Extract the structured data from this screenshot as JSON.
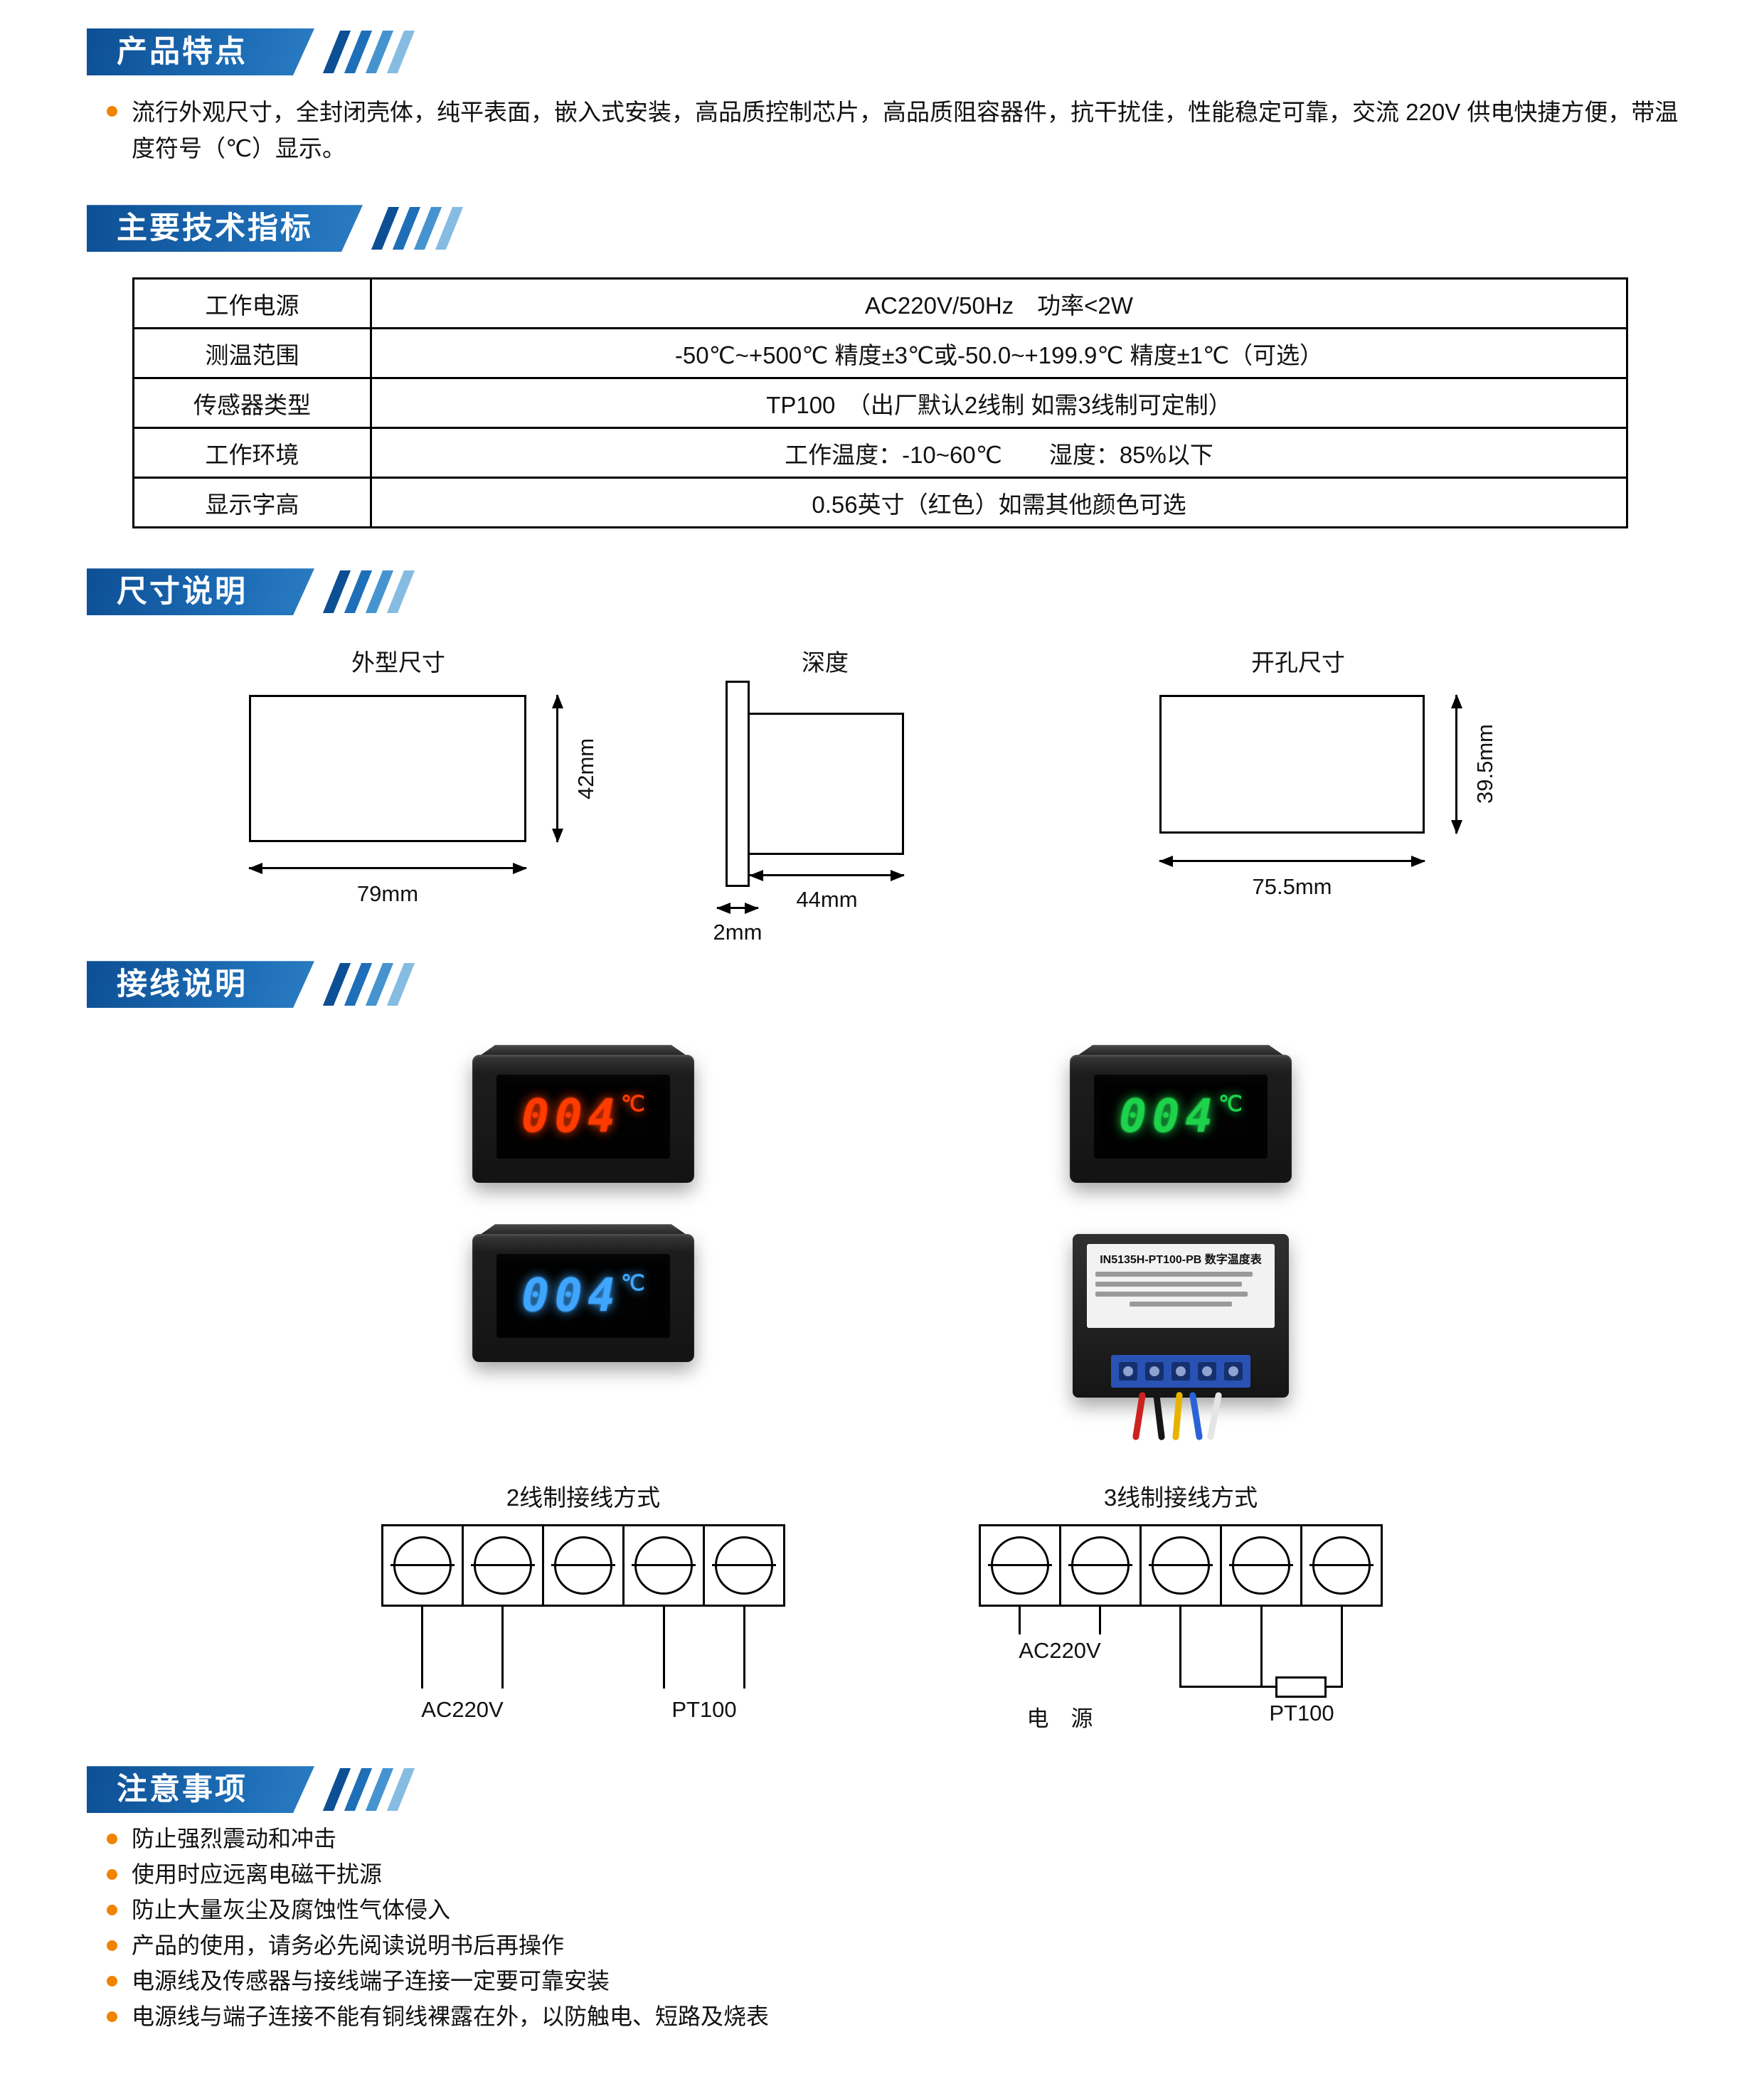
{
  "banners": {
    "features": "产品特点",
    "specs": "主要技术指标",
    "dimensions": "尺寸说明",
    "wiring": "接线说明",
    "notes": "注意事项"
  },
  "features": {
    "text": "流行外观尺寸，全封闭壳体，纯平表面，嵌入式安装，高品质控制芯片，高品质阻容器件，抗干扰佳，性能稳定可靠，交流 220V 供电快捷方便，带温度符号（℃）显示。"
  },
  "specs": {
    "rows": [
      {
        "label": "工作电源",
        "value": "AC220V/50Hz　功率<2W"
      },
      {
        "label": "测温范围",
        "value": "-50℃~+500℃ 精度±3℃或-50.0~+199.9℃ 精度±1℃（可选）"
      },
      {
        "label": "传感器类型",
        "value": "TP100　（出厂默认2线制 如需3线制可定制）"
      },
      {
        "label": "工作环境",
        "value": "工作温度：-10~60℃　　湿度：85%以下"
      },
      {
        "label": "显示字高",
        "value": "0.56英寸（红色）如需其他颜色可选"
      }
    ]
  },
  "dimensions": {
    "outline": {
      "label": "外型尺寸",
      "width": "79mm",
      "height": "42mm"
    },
    "depth": {
      "label": "深度",
      "body": "44mm",
      "flange": "2mm"
    },
    "cutout": {
      "label": "开孔尺寸",
      "width": "75.5mm",
      "height": "39.5mm"
    }
  },
  "wiring": {
    "meters": [
      {
        "value": "004",
        "unit": "℃",
        "color": "#ff3b00"
      },
      {
        "value": "004",
        "unit": "℃",
        "color": "#1ed24b"
      },
      {
        "value": "004",
        "unit": "℃",
        "color": "#3ea6ff"
      }
    ],
    "back_label_title": "IN5135H-PT100-PB 数字温度表",
    "two_wire": {
      "title": "2线制接线方式",
      "power_label": "AC220V",
      "sensor_label": "PT100"
    },
    "three_wire": {
      "title": "3线制接线方式",
      "power_label": "AC220V",
      "power_label2": "电　源",
      "sensor_label": "PT100"
    }
  },
  "notes": {
    "items": [
      "防止强烈震动和冲击",
      "使用时应远离电磁干扰源",
      "防止大量灰尘及腐蚀性气体侵入",
      "产品的使用，请务必先阅读说明书后再操作",
      "电源线及传感器与接线端子连接一定要可靠安装",
      "电源线与端子连接不能有铜线裸露在外，以防触电、短路及烧表"
    ]
  },
  "colors": {
    "banner_blue": "#0d4f94",
    "banner_blue_light": "#2b7cc2",
    "bullet_orange": "#f08300",
    "display_red": "#ff3b00",
    "display_green": "#1ed24b",
    "display_blue": "#3ea6ff",
    "terminal_block_blue": "#2a52b5"
  }
}
